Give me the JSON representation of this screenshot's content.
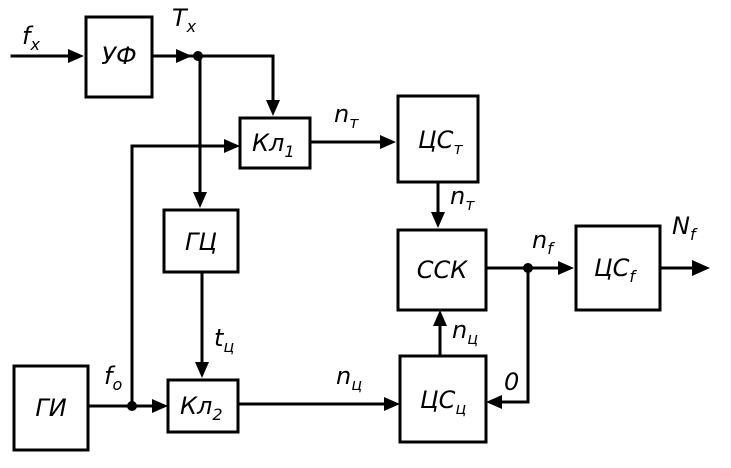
{
  "blocks": {
    "uf": {
      "label": "УФ"
    },
    "kl1": {
      "label": "Кл",
      "sub": "1"
    },
    "cst": {
      "label": "ЦС",
      "sub": "т"
    },
    "gc": {
      "label": "ГЦ"
    },
    "ssk": {
      "label": "ССК"
    },
    "csf": {
      "label": "ЦС",
      "sub": "f"
    },
    "gi": {
      "label": "ГИ"
    },
    "kl2": {
      "label": "Кл",
      "sub": "2"
    },
    "csc": {
      "label": "ЦС",
      "sub": "ц"
    }
  },
  "signals": {
    "fx": {
      "label": "f",
      "sub": "x"
    },
    "Tx": {
      "label": "T",
      "sub": "x"
    },
    "nT1": {
      "label": "n",
      "sub": "т"
    },
    "nT2": {
      "label": "n",
      "sub": "т"
    },
    "nf": {
      "label": "n",
      "sub": "f"
    },
    "Nf": {
      "label": "N",
      "sub": "f"
    },
    "tc": {
      "label": "t",
      "sub": "ц"
    },
    "nc1": {
      "label": "n",
      "sub": "ц"
    },
    "nc2": {
      "label": "n",
      "sub": "ц"
    },
    "f0": {
      "label": "f",
      "sub": "o"
    },
    "zero": {
      "label": "0"
    }
  }
}
